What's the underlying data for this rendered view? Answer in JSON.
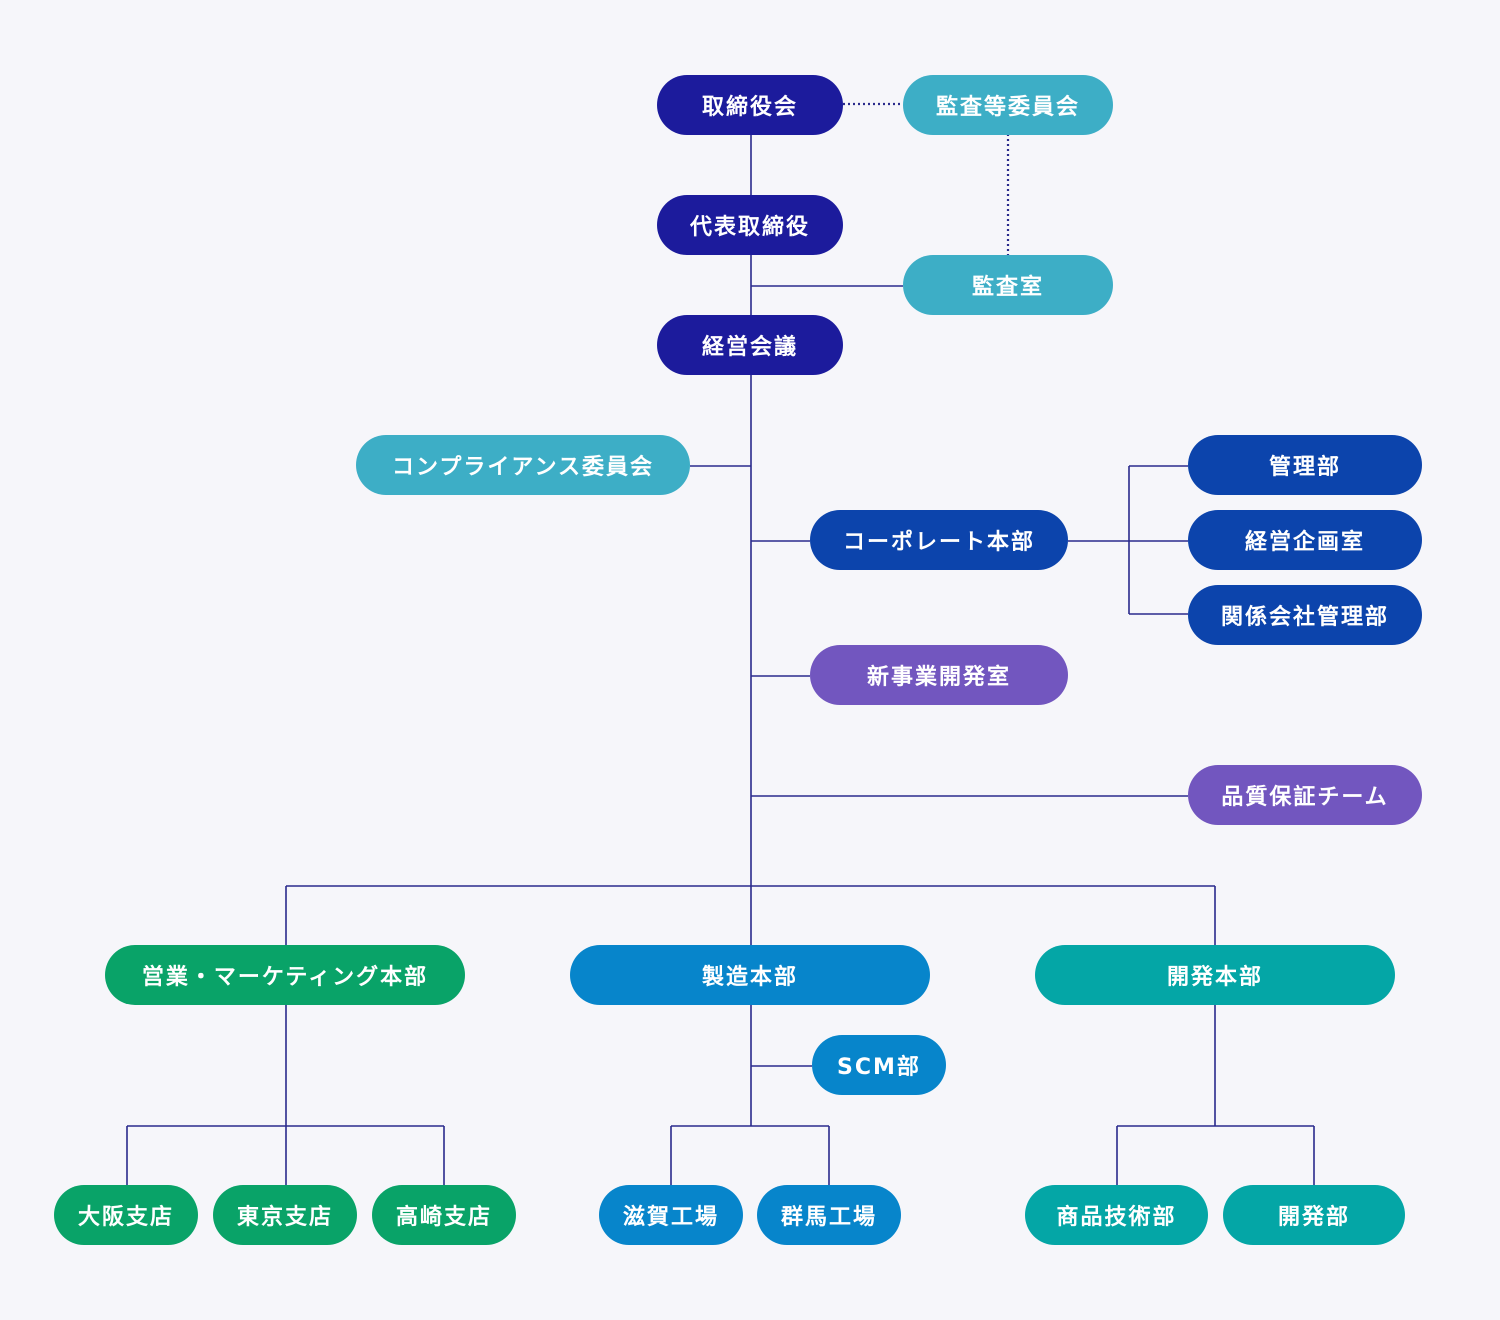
{
  "colors": {
    "connector": "#2a2a8c",
    "governance": "#1c1b9c",
    "audit": "#3daec6",
    "corporate": "#0c44ac",
    "staff": "#7256bf",
    "sales": "#09a368",
    "manufacturing": "#0785cb",
    "development": "#04a6a6"
  },
  "nodes": {
    "board": "取締役会",
    "audit_committee": "監査等委員会",
    "president": "代表取締役",
    "audit_office": "監査室",
    "management_meeting": "経営会議",
    "compliance_committee": "コンプライアンス委員会",
    "corporate_hq": "コーポレート本部",
    "admin_dept": "管理部",
    "planning_office": "経営企画室",
    "affiliates_dept": "関係会社管理部",
    "new_business_office": "新事業開発室",
    "qa_team": "品質保証チーム",
    "sales_marketing_hq": "営業・マーケティング本部",
    "manufacturing_hq": "製造本部",
    "development_hq": "開発本部",
    "scm_dept": "SCM部",
    "osaka_branch": "大阪支店",
    "tokyo_branch": "東京支店",
    "takasaki_branch": "高崎支店",
    "shiga_factory": "滋賀工場",
    "gunma_factory": "群馬工場",
    "product_tech_dept": "商品技術部",
    "development_dept": "開発部"
  }
}
